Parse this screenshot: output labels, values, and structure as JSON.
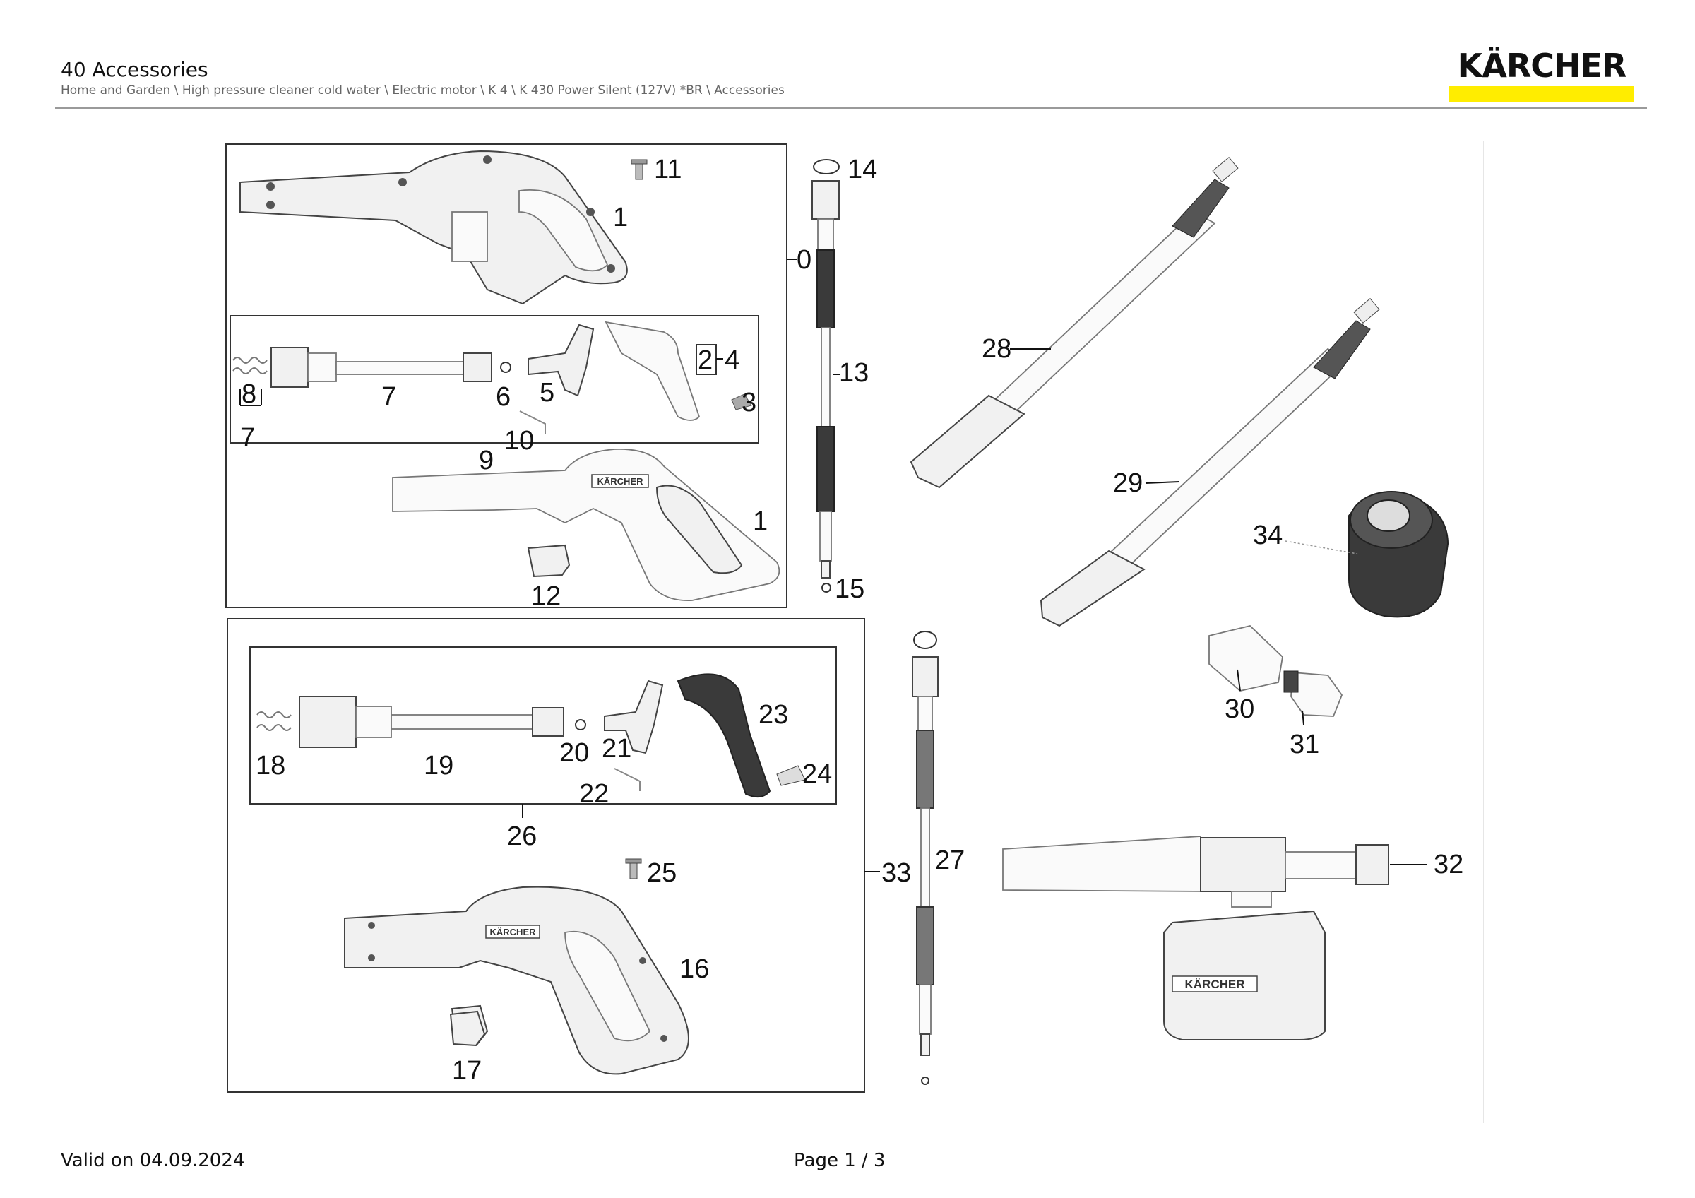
{
  "header": {
    "title": "40 Accessories",
    "breadcrumb": "Home and Garden \\ High pressure cleaner cold water \\ Electric motor \\ K 4 \\ K 430 Power Silent (127V) *BR \\ Accessories",
    "brand": "KÄRCHER",
    "brand_color": "#ffed00"
  },
  "footer": {
    "valid": "Valid on 04.09.2024",
    "page": "Page 1 / 3"
  },
  "diagram": {
    "callouts": {
      "c0": "0",
      "c1a": "1",
      "c1b": "1",
      "c2": "2",
      "c3": "3",
      "c4": "4",
      "c5": "5",
      "c6": "6",
      "c7a": "7",
      "c7b": "7",
      "c8": "8",
      "c9": "9",
      "c10": "10",
      "c11": "11",
      "c12": "12",
      "c13": "13",
      "c14": "14",
      "c15": "15",
      "c16": "16",
      "c17": "17",
      "c18": "18",
      "c19": "19",
      "c20": "20",
      "c21": "21",
      "c22": "22",
      "c23": "23",
      "c24": "24",
      "c25": "25",
      "c26": "26",
      "c27": "27",
      "c28": "28",
      "c29": "29",
      "c30": "30",
      "c31": "31",
      "c32": "32",
      "c33": "33",
      "c34": "34"
    },
    "gun_brand_text": "KÄRCHER"
  }
}
